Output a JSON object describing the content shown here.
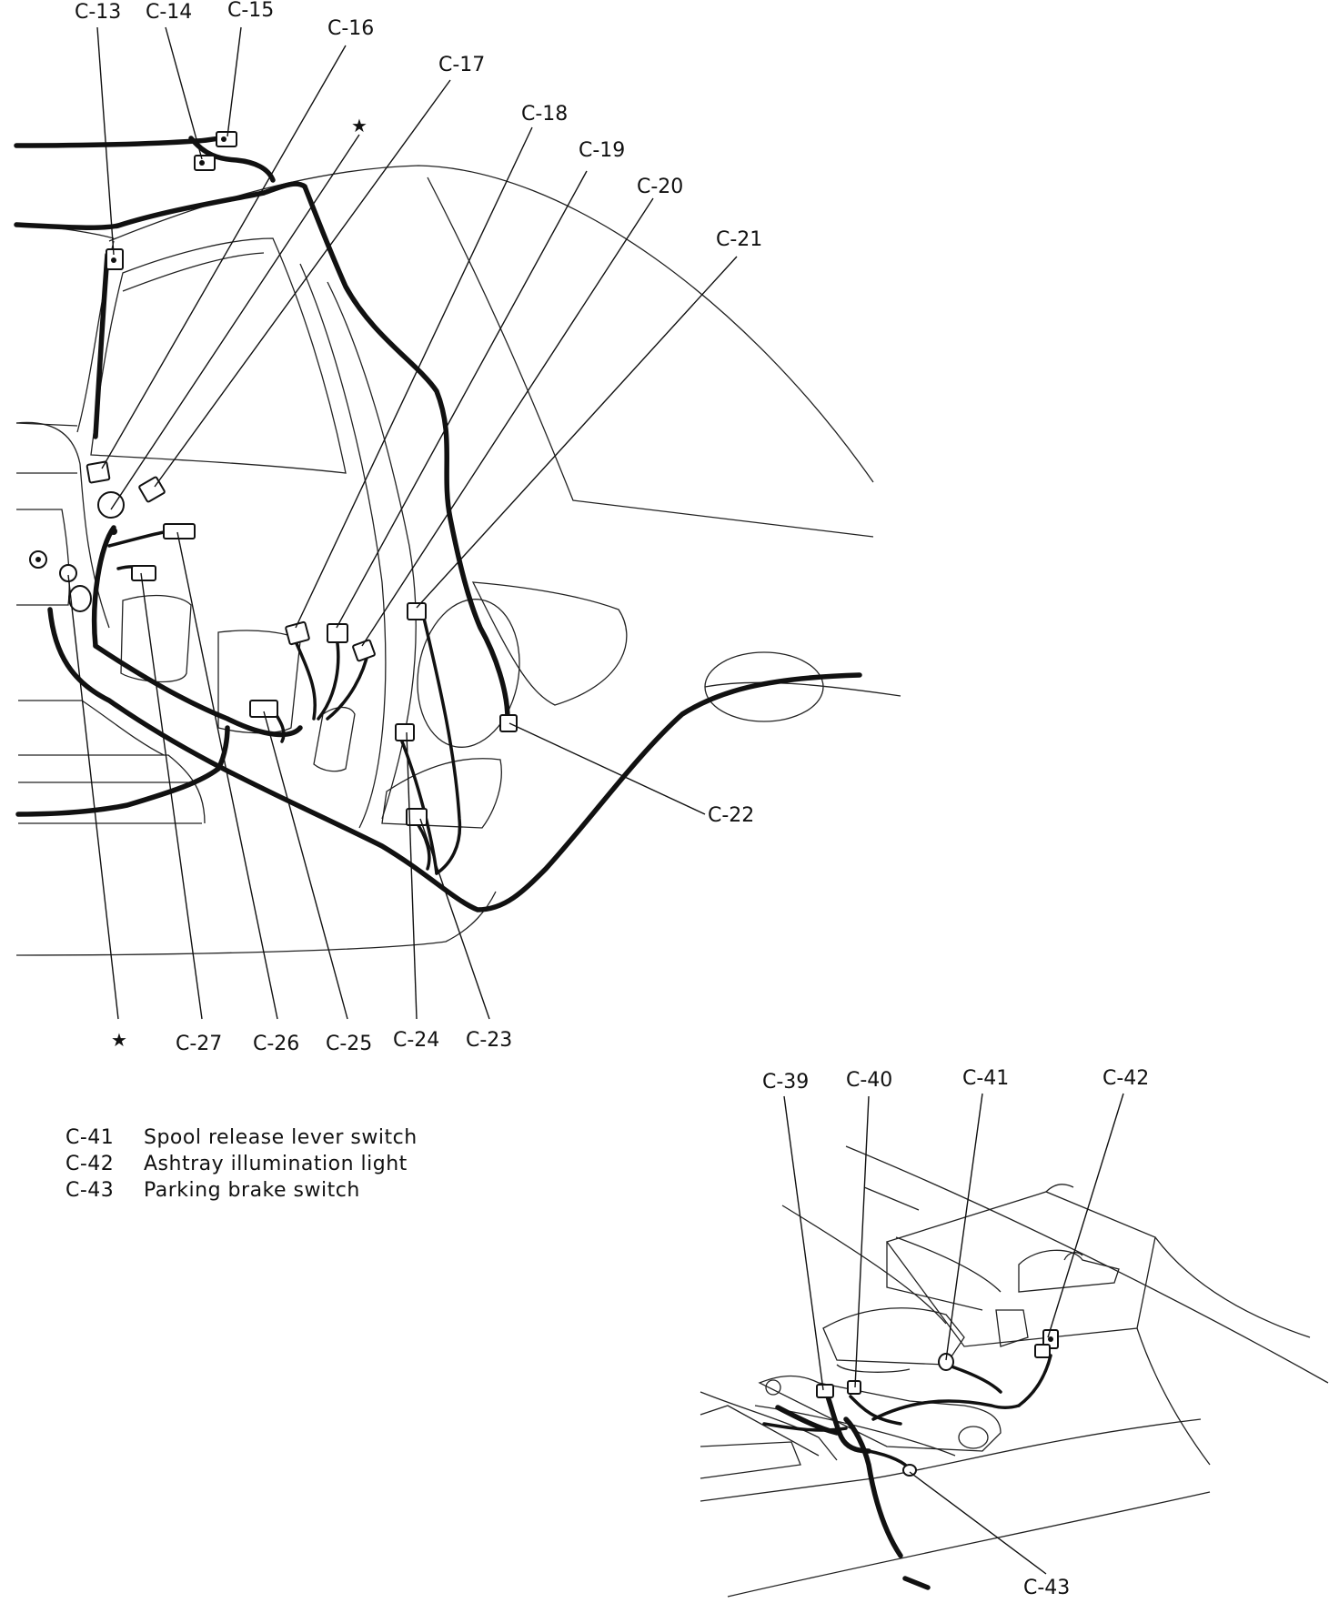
{
  "callouts": {
    "c13": "C-13",
    "c14": "C-14",
    "c15": "C-15",
    "c16": "C-16",
    "c17": "C-17",
    "c18": "C-18",
    "c19": "C-19",
    "c20": "C-20",
    "c21": "C-21",
    "c22": "C-22",
    "c23": "C-23",
    "c24": "C-24",
    "c25": "C-25",
    "c26": "C-26",
    "c27": "C-27",
    "c39": "C-39",
    "c40": "C-40",
    "c41": "C-41",
    "c42": "C-42",
    "c43": "C-43",
    "star": "★"
  },
  "legend": [
    {
      "code": "C-41",
      "desc": "Spool release lever switch"
    },
    {
      "code": "C-42",
      "desc": "Ashtray illumination light"
    },
    {
      "code": "C-43",
      "desc": "Parking brake switch"
    }
  ]
}
